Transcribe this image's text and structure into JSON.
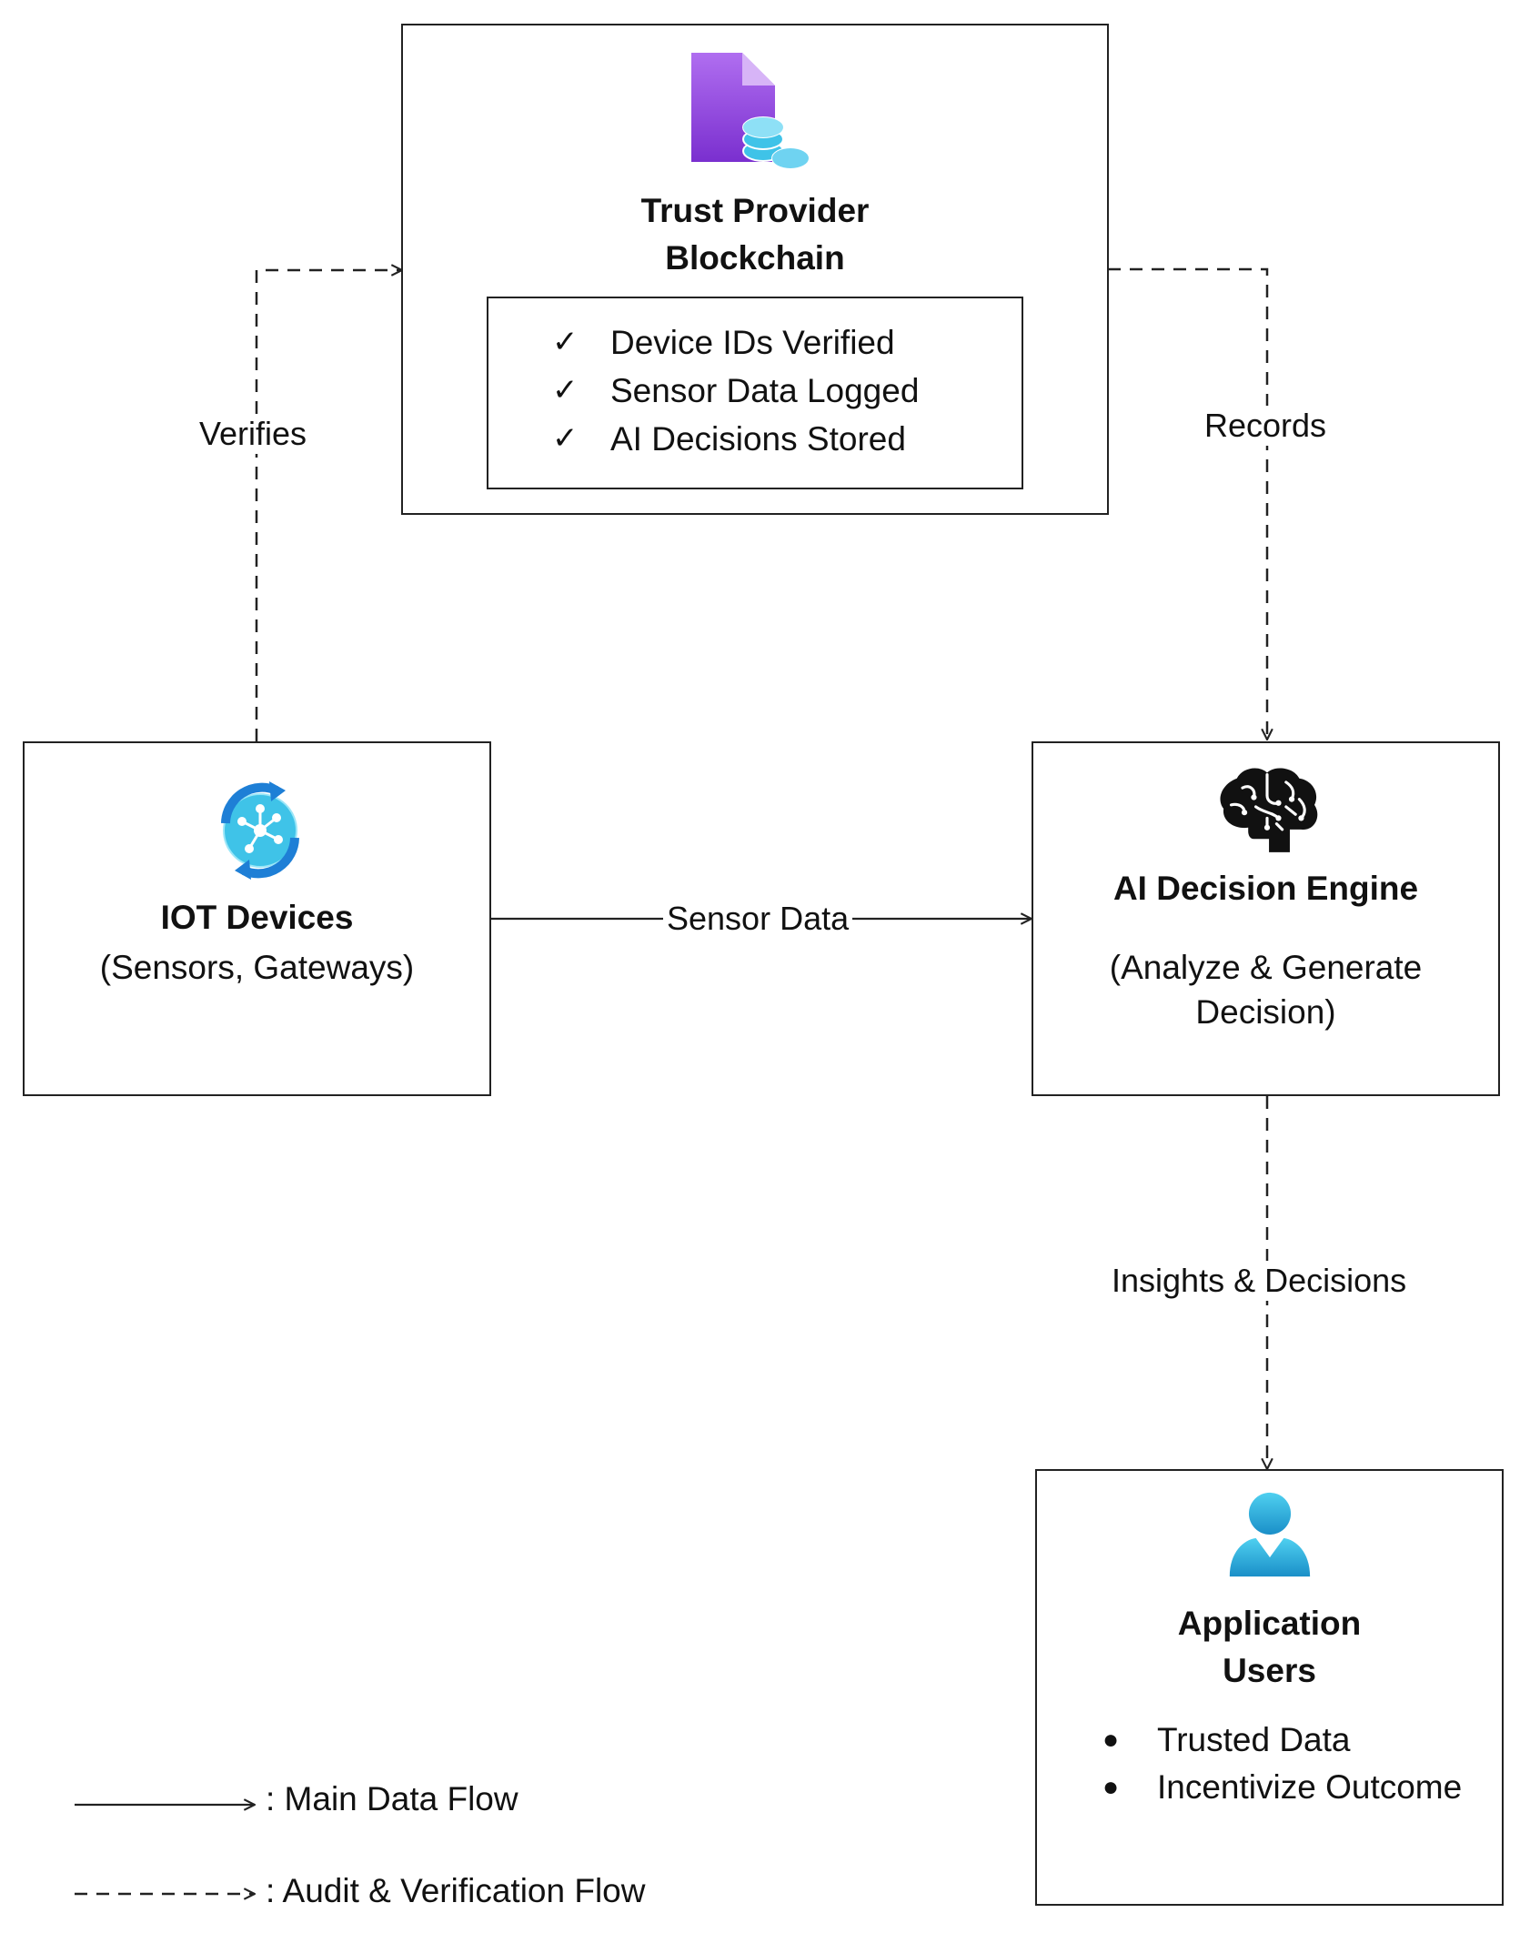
{
  "nodes": {
    "blockchain": {
      "title_line1": "Trust Provider",
      "title_line2": "Blockchain",
      "icon": "blockchain-file-database-icon",
      "checklist": [
        "Device IDs Verified",
        "Sensor Data Logged",
        "AI Decisions Stored"
      ],
      "check_symbol": "✓"
    },
    "iot": {
      "title": "IOT Devices",
      "subtitle": "(Sensors, Gateways)",
      "icon": "iot-hub-icon"
    },
    "ai": {
      "title": "AI Decision Engine",
      "subtitle_line1": "(Analyze & Generate",
      "subtitle_line2": "Decision)",
      "icon": "brain-icon"
    },
    "users": {
      "title_line1": "Application",
      "title_line2": "Users",
      "icon": "user-icon",
      "bullets": [
        "Trusted Data",
        "Incentivize Outcome"
      ],
      "bullet_symbol": "●"
    }
  },
  "edges": {
    "verifies": "Verifies",
    "records": "Records",
    "sensor_data": "Sensor Data",
    "insights": "Insights & Decisions"
  },
  "legend": {
    "main_flow": ": Main Data Flow",
    "audit_flow": ": Audit & Verification Flow"
  },
  "colors": {
    "line": "#222222",
    "blockchain_purple": "#8a3fd8",
    "cylinder_cyan": "#3fc3e8",
    "iot_blue": "#1e7fd6",
    "user_cyan": "#1fa6d6"
  }
}
